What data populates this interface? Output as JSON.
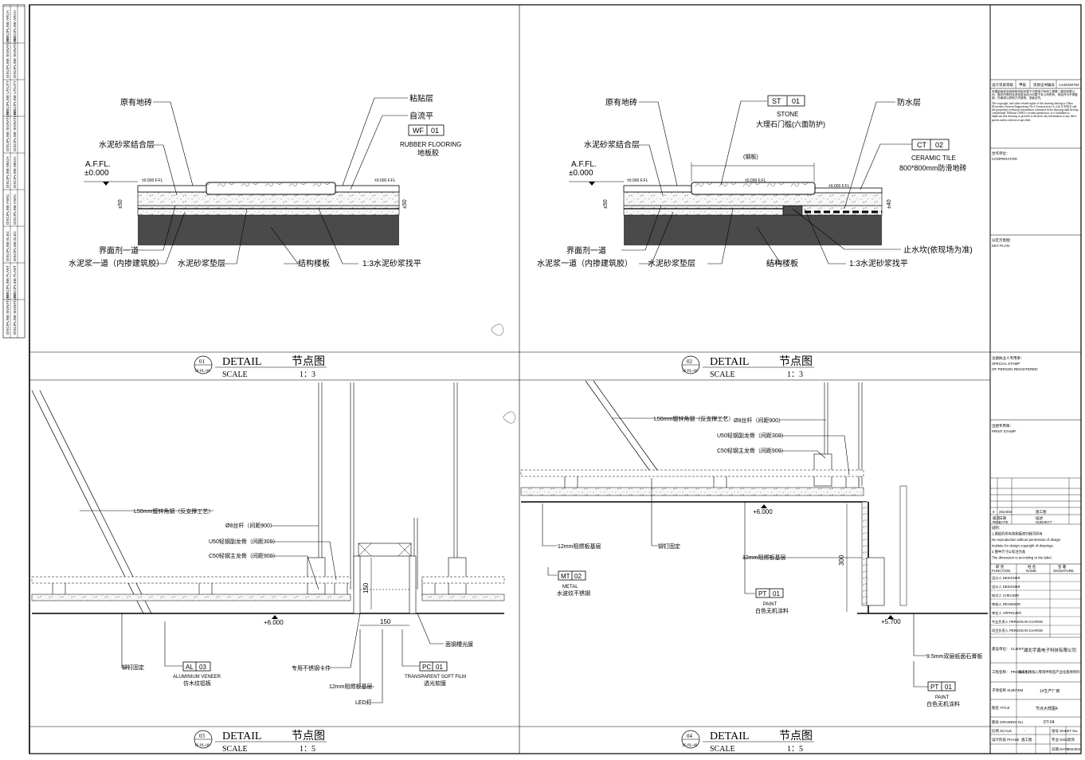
{
  "sheet": {
    "line_color": "#000000",
    "fill_dark": "#4a4a4a",
    "fill_light": "#f4f4f4"
  },
  "panels": [
    {
      "id": "01",
      "ref": "3F-PL-09",
      "title_en": "DETAIL",
      "title_cn": "节点图",
      "scale_label": "SCALE",
      "scale_value": "1：3",
      "level_tag_en": "A.F.FL.",
      "level_value": "±0.000",
      "dim_left": "±50",
      "dim_right": "±50",
      "elev_left": "±0.000 F.FL",
      "elev_right": "±0.000 F.FL",
      "tag": {
        "code": "WF",
        "num": "01",
        "name_en": "RUBBER FLOORING",
        "name_cn": "地板胶"
      },
      "labels": {
        "existing_tile": "原有地砖",
        "bond_layer": "水泥砂浆结合层",
        "interface_agent": "界面剂一道",
        "cement_slurry": "水泥浆一道（内掺建筑胶）",
        "mortar_cushion": "水泥砂浆垫层",
        "structural_slab": "结构楼板",
        "leveling": "1:3水泥砂浆找平",
        "adhesive": "粘贴层",
        "self_level": "自流平"
      }
    },
    {
      "id": "02",
      "ref": "3F-PL-09",
      "title_en": "DETAIL",
      "title_cn": "节点图",
      "scale_label": "SCALE",
      "scale_value": "1：3",
      "level_tag_en": "A.F.FL.",
      "level_value": "±0.000",
      "dim_left": "±50",
      "dim_right": "±40",
      "dim_top": "(钢板)",
      "elev_left": "±0.000 F.FL",
      "elev_mid": "±0.000 F.FL",
      "elev_right": "±0.000 F.FL",
      "tag_stone": {
        "code": "ST",
        "num": "01",
        "name_en": "STONE",
        "name_cn": "大理石门槛(六面防护)"
      },
      "tag_tile": {
        "code": "CT",
        "num": "02",
        "name_en": "CERAMIC TILE",
        "name_cn": "800*800mm防滑地砖"
      },
      "labels": {
        "existing_tile": "原有地砖",
        "bond_layer": "水泥砂浆结合层",
        "interface_agent": "界面剂一道",
        "cement_slurry": "水泥浆一道（内掺建筑胶）",
        "mortar_cushion": "水泥砂浆垫层",
        "structural_slab": "结构楼板",
        "leveling": "1:3水泥砂浆找平",
        "waterproof": "防水层",
        "water_stop": "止水坎(依现场为准)"
      }
    },
    {
      "id": "03",
      "ref": "1F-PL-09",
      "title_en": "DETAIL",
      "title_cn": "节点图",
      "scale_label": "SCALE",
      "scale_value": "1：5",
      "elevation": "+6.000",
      "dim_v": "150",
      "dim_h": "150",
      "tag_al": {
        "code": "AL",
        "num": "03",
        "name_en": "ALUMINIUM VENEER",
        "name_cn": "仿木纹铝板"
      },
      "tag_pc": {
        "code": "PC",
        "num": "01",
        "name_en": "TRANSPARENT SOFT FILM",
        "name_cn": "透光软膜"
      },
      "labels": {
        "angle_steel": "L50mm镀锌角钢（反支撑工艺）",
        "rod": "Ø8丝杆（间距900）",
        "u50": "U50轻钢副龙骨（间距300）",
        "c50": "C50轻钢主龙骨（间距900）",
        "anchor": "铆钉固定",
        "clip": "专用不锈钢卡件",
        "board": "12mm阻燃板基层",
        "led": "LED灯",
        "film_frame": "面钢槽光膜"
      }
    },
    {
      "id": "04",
      "ref": "1F-PL-09",
      "title_en": "DETAIL",
      "title_cn": "节点图",
      "scale_label": "SCALE",
      "scale_value": "1：5",
      "elevation_top": "+6.000",
      "elevation_bottom": "+5.700",
      "dim_v": "300",
      "tag_mt": {
        "code": "MT",
        "num": "02",
        "name_en": "METAL",
        "name_cn": "水波纹不锈钢"
      },
      "tag_pt1": {
        "code": "PT",
        "num": "01",
        "name_en": "PAINT",
        "name_cn": "白色无机涂料"
      },
      "tag_pt2": {
        "code": "PT",
        "num": "01",
        "name_en": "PAINT",
        "name_cn": "白色无机涂料"
      },
      "labels": {
        "angle_steel": "L50mm镀锌角钢（反支撑工艺）",
        "rod": "Ø8丝杆（间距900）",
        "u50": "U50轻钢副龙骨（间距300）",
        "c50": "C50轻钢主龙骨（间距900）",
        "board_left": "12mm阻燃板基层",
        "anchor": "铆钉固定",
        "board_mid": "12mm阻燃板基层",
        "gypsum": "9.5mm双层纸面石膏板"
      }
    }
  ],
  "title_block": {
    "cert": [
      "设计资质等级",
      "甲级",
      "资质证书编号",
      "A132030784"
    ],
    "copyright_cn": "本图纸版权及其他相关权利属于中国电子系统工程第二建设有限公司，图中所有的技术信息及设计均属于本公司所有，未经许可不得复制、抄袭或以其他方式使用，违者必究。",
    "copyright_en": "The copyright, and other related rights of this drawing belong to China Electronics System Engineering No.2 Construction Co.,Ltd. (CESE2) and the proprietary technical information contained in the drawing shall be kept confidential. Without CESE2's written permission, it is forbidden to duplicate this drawing or provide or disclose any information to any third parties unless otherwise specified.",
    "cooperator_cn": "合作单位：",
    "cooperator_en": "COOPERATOR:",
    "keyplan_cn": "分区示意图：",
    "keyplan_en": "KEY PLAN:",
    "stamp_cn": "注册执业人专用章：",
    "stamp_en1": "SPECIAL STAMP",
    "stamp_en2": "OF PERSON REGISTERED:",
    "print_cn": "出图专用章：",
    "print_en": "PRINT STAMP:",
    "revision_row": [
      "0",
      "2024/04",
      "施工图"
    ],
    "revision_head": [
      "版次",
      "日期",
      "描述"
    ],
    "revision_head_en": [
      "REV.",
      "DATE",
      "SUBJECT"
    ],
    "notes": [
      "说明：",
      "1.图纸的所有权和版权归我司所有",
      "No reproduction without permission of design",
      "institute for design copyright of drawings.",
      "2.图中尺寸以标注为准",
      "The dimension is according to the label."
    ],
    "role_head": [
      "职 责",
      "姓 名",
      "签 署"
    ],
    "role_head_en": [
      "FUNCTION",
      "NAME",
      "SIGNATURE"
    ],
    "roles": [
      "设计人 DESIGNER",
      "设计人 DESIGNER",
      "校对人 CHECKER",
      "审核人 REVIEWER",
      "审定人 APPROVER",
      "专业负责人 PERSON IN CHARGE",
      "项目负责人 PERSON IN CHARGE"
    ],
    "client_label": "建设单位： CLIENT:",
    "client_value": "湖北宇鑫电子科技有限公司",
    "project_label": "工程名称： PROJECT",
    "project_value": "集成电路核心零部件制造产业化基地项目",
    "subitem_label": "子项名称 SUBITEM",
    "subitem_value": "1#生产厂房",
    "title_label": "图名 TITLE",
    "title_value": "节点大样图4",
    "drawing_no_label": "图号 DRAWING No.",
    "drawing_no_value": "DT-04",
    "scale_label": "比例 SCALE",
    "scale_value": "-",
    "sheet_label": "张号 SHEET No.",
    "stage_label": "设计阶段 PHASE",
    "stage_value": "施工图",
    "major_label": "专业 DISC.",
    "major_value": "装饰",
    "date_label": "日期 DATE",
    "date_value": "2024/04"
  },
  "left_strip": [
    "DISCIPLINE SIGNATURE",
    "DISCIPLINE PLANT",
    "DISCIPLINE ELEC",
    "DISCIPLINE HVAC",
    "DISCIPLINE MECH",
    "DISCIPLINE SIGNATURE",
    "DISCIPLINE UTILITY",
    "DISCIPLINE SIGNATURE",
    "DISCIPLINE ARCH"
  ]
}
